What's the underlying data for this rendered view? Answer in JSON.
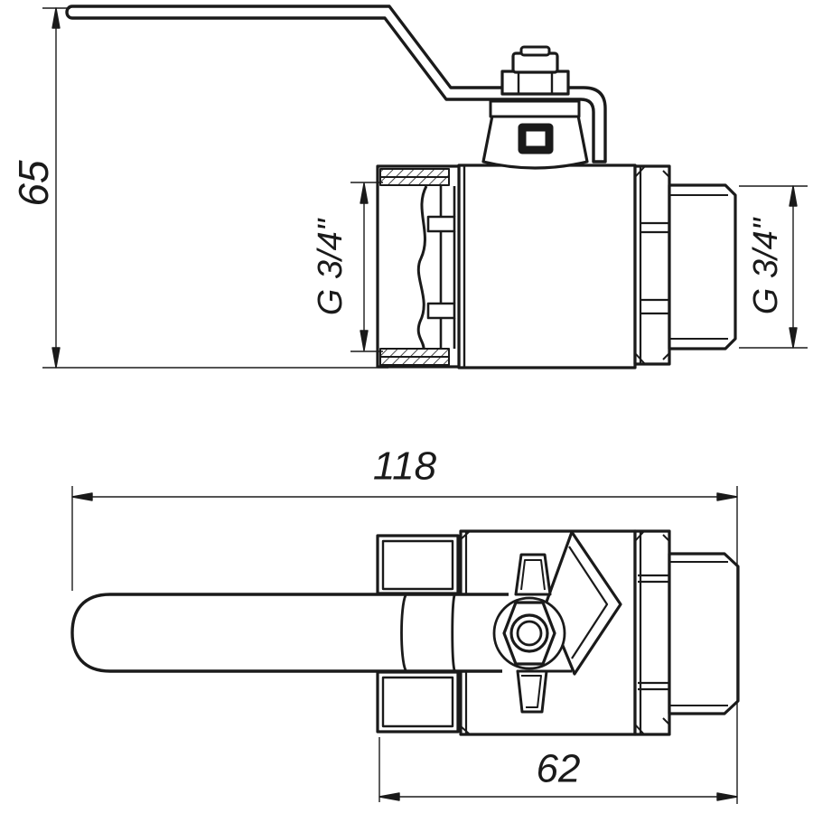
{
  "drawing": {
    "front_view": {
      "height_dim": "65",
      "left_thread_dim": "G 3/4\"",
      "right_thread_dim": "G 3/4\""
    },
    "plan_view": {
      "overall_length_dim": "118",
      "body_length_dim": "62"
    },
    "colors": {
      "line": "#1a1a1a",
      "background": "#ffffff"
    }
  }
}
